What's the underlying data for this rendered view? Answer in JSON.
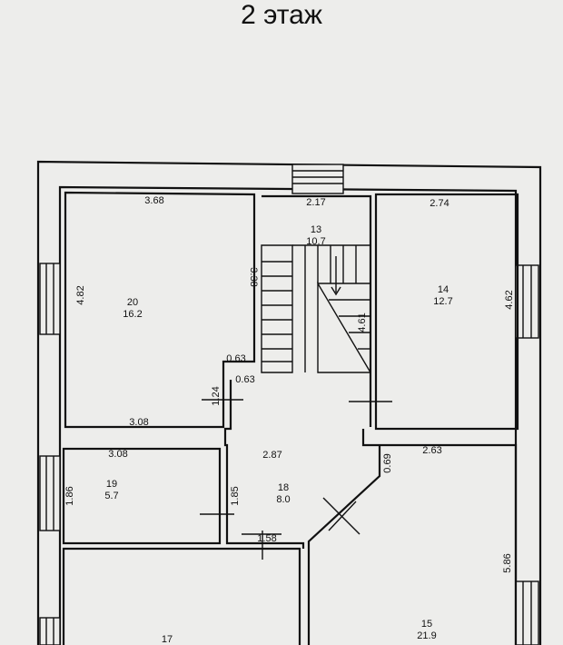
{
  "title": "2 этаж",
  "rooms": [
    {
      "id": "room-20",
      "number": "20",
      "area": "16.2"
    },
    {
      "id": "room-13",
      "number": "13",
      "area": "10.7"
    },
    {
      "id": "room-14",
      "number": "14",
      "area": "12.7"
    },
    {
      "id": "room-19",
      "number": "19",
      "area": "5.7"
    },
    {
      "id": "room-18",
      "number": "18",
      "area": "8.0"
    },
    {
      "id": "room-17",
      "number": "17",
      "area": ""
    },
    {
      "id": "room-15",
      "number": "15",
      "area": "21.9"
    }
  ],
  "dimensions": {
    "room20_top": "3.68",
    "room20_left": "4.82",
    "room20_right": "3.38",
    "room20_bottom": "3.08",
    "room20_corner_w": "0.63",
    "room20_corner_h": "0.63",
    "room20_corner_side": "1.24",
    "room13_top": "2.17",
    "stair_diag": "4.61",
    "room14_top": "2.74",
    "room14_right": "4.62",
    "hall_width": "2.87",
    "hall_right": "0.69",
    "room19_top": "3.08",
    "room19_left": "1.86",
    "room19_right": "1.85",
    "hall_bottom": "1.58",
    "room15_top": "2.63",
    "room15_right": "5.86"
  }
}
